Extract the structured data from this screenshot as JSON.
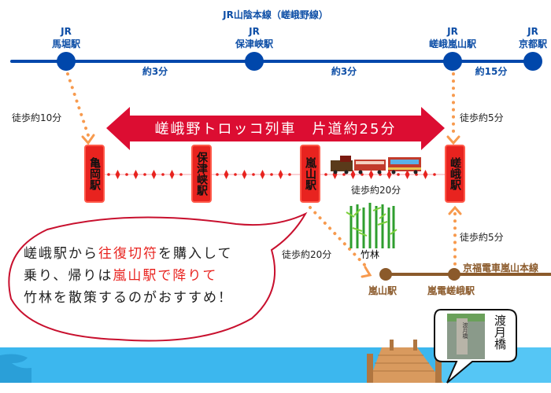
{
  "jr_line": {
    "title": "JR山陰本線（嵯峨野線）",
    "stations": [
      {
        "prefix": "JR",
        "name": "馬堀駅"
      },
      {
        "prefix": "JR",
        "name": "保津峡駅"
      },
      {
        "prefix": "JR",
        "name": "嵯峨嵐山駅"
      },
      {
        "prefix": "JR",
        "name": "京都駅"
      }
    ],
    "times": [
      "約3分",
      "約3分",
      "約15分"
    ],
    "color": "#0047ab"
  },
  "walks": {
    "umahori_kameoka": "徒歩約10分",
    "sagaarashiyama_saga": "徒歩約5分",
    "arashiyama_saga": "徒歩約20分",
    "arashiyama_randen": "徒歩約20分",
    "randen_saga": "徒歩約5分"
  },
  "torokko": {
    "banner": "嵯峨野トロッコ列車　片道約25分",
    "stations": [
      "亀岡駅",
      "保津峡駅",
      "嵐山駅",
      "嵯峨駅"
    ],
    "color": "#e8231f"
  },
  "bamboo_label": "竹林",
  "randen": {
    "line_name": "京福電車嵐山本線",
    "stations": [
      "嵐山駅",
      "嵐電嵯峨駅"
    ],
    "color": "#8b5a2b"
  },
  "message": {
    "line1_a": "嵯峨駅から",
    "line1_b": "往復切符",
    "line1_c": "を購入して",
    "line2_a": "乗り、帰りは",
    "line2_b": "嵐山駅で降りて",
    "line3": "竹林を散策するのがおすすめ！"
  },
  "togetsukyo": {
    "label": "渡月橋",
    "photo_text": "渡月橋"
  }
}
